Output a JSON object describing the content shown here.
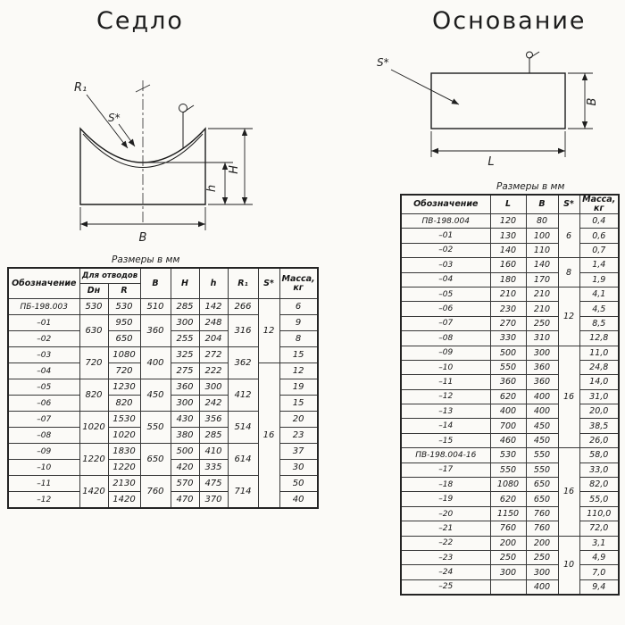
{
  "page": {
    "background": "#fbfaf7",
    "ink": "#1f1f1f"
  },
  "saddle": {
    "title": "Седло",
    "drawing": {
      "r1_label": "R₁",
      "s_label": "S*",
      "h_label": "h",
      "H_label": "H",
      "b_label": "B"
    },
    "table": {
      "caption": "Размеры в мм",
      "headers": {
        "designation": "Обозначение",
        "group": "Для отводов",
        "dn": "Dн",
        "r": "R",
        "b": "B",
        "H": "H",
        "h": "h",
        "r1": "R₁",
        "s": "S*",
        "mass": "Масса, кг"
      },
      "rows": [
        [
          "ПБ-198.003",
          "530",
          "530",
          "510",
          "285",
          "142",
          "266",
          {
            "v": "12",
            "span": 4
          },
          "6"
        ],
        [
          "–01",
          {
            "v": "630",
            "span": 2
          },
          "950",
          {
            "v": "360",
            "span": 2
          },
          "300",
          "248",
          {
            "v": "316",
            "span": 2
          },
          null,
          "9"
        ],
        [
          "–02",
          null,
          "650",
          null,
          "255",
          "204",
          null,
          null,
          "8"
        ],
        [
          "–03",
          {
            "v": "720",
            "span": 2
          },
          "1080",
          {
            "v": "400",
            "span": 2
          },
          "325",
          "272",
          {
            "v": "362",
            "span": 2
          },
          null,
          "15"
        ],
        [
          "–04",
          null,
          "720",
          null,
          "275",
          "222",
          null,
          {
            "v": "16",
            "span": 9
          },
          "12"
        ],
        [
          "–05",
          {
            "v": "820",
            "span": 2
          },
          "1230",
          {
            "v": "450",
            "span": 2
          },
          "360",
          "300",
          {
            "v": "412",
            "span": 2
          },
          null,
          "19"
        ],
        [
          "–06",
          null,
          "820",
          null,
          "300",
          "242",
          null,
          null,
          "15"
        ],
        [
          "–07",
          {
            "v": "1020",
            "span": 2
          },
          "1530",
          {
            "v": "550",
            "span": 2
          },
          "430",
          "356",
          {
            "v": "514",
            "span": 2
          },
          null,
          "20"
        ],
        [
          "–08",
          null,
          "1020",
          null,
          "380",
          "285",
          null,
          null,
          "23"
        ],
        [
          "–09",
          {
            "v": "1220",
            "span": 2
          },
          "1830",
          {
            "v": "650",
            "span": 2
          },
          "500",
          "410",
          {
            "v": "614",
            "span": 2
          },
          null,
          "37"
        ],
        [
          "–10",
          null,
          "1220",
          null,
          "420",
          "335",
          null,
          null,
          "30"
        ],
        [
          "–11",
          {
            "v": "1420",
            "span": 2
          },
          "2130",
          {
            "v": "760",
            "span": 2
          },
          "570",
          "475",
          {
            "v": "714",
            "span": 2
          },
          null,
          "50"
        ],
        [
          "–12",
          null,
          "1420",
          null,
          "470",
          "370",
          null,
          null,
          "40"
        ]
      ]
    }
  },
  "base": {
    "title": "Основание",
    "drawing": {
      "s_label": "S*",
      "b_label": "B",
      "l_label": "L"
    },
    "table": {
      "caption": "Размеры в мм",
      "headers": {
        "designation": "Обозначение",
        "l": "L",
        "b": "B",
        "s": "S*",
        "mass": "Масса, кг"
      },
      "rows": [
        [
          "ПВ-198.004",
          "120",
          "80",
          {
            "v": "6",
            "span": 3
          },
          "0,4"
        ],
        [
          "–01",
          "130",
          "100",
          null,
          "0,6"
        ],
        [
          "–02",
          "140",
          "110",
          null,
          "0,7"
        ],
        [
          "–03",
          "160",
          "140",
          {
            "v": "8",
            "span": 2
          },
          "1,4"
        ],
        [
          "–04",
          "180",
          "170",
          null,
          "1,9"
        ],
        [
          "–05",
          "210",
          "210",
          {
            "v": "12",
            "span": 4
          },
          "4,1"
        ],
        [
          "–06",
          "230",
          "210",
          null,
          "4,5"
        ],
        [
          "–07",
          "270",
          "250",
          null,
          "8,5"
        ],
        [
          "–08",
          "330",
          "310",
          null,
          "12,8"
        ],
        [
          "–09",
          "500",
          "300",
          {
            "v": "16",
            "span": 7
          },
          "11,0"
        ],
        [
          "–10",
          "550",
          "360",
          null,
          "24,8"
        ],
        [
          "–11",
          "360",
          "360",
          null,
          "14,0"
        ],
        [
          "–12",
          "620",
          "400",
          null,
          "31,0"
        ],
        [
          "–13",
          "400",
          "400",
          null,
          "20,0"
        ],
        [
          "–14",
          "700",
          "450",
          null,
          "38,5"
        ],
        [
          "–15",
          "460",
          "450",
          null,
          "26,0"
        ],
        [
          "ПВ-198.004-16",
          "530",
          "550",
          {
            "v": "16",
            "span": 6
          },
          "58,0"
        ],
        [
          "–17",
          "550",
          "550",
          null,
          "33,0"
        ],
        [
          "–18",
          "1080",
          "650",
          null,
          "82,0"
        ],
        [
          "–19",
          "620",
          "650",
          null,
          "55,0"
        ],
        [
          "–20",
          "1150",
          "760",
          null,
          "110,0"
        ],
        [
          "–21",
          "760",
          "760",
          null,
          "72,0"
        ],
        [
          "–22",
          "200",
          "200",
          {
            "v": "10",
            "span": 4
          },
          "3,1"
        ],
        [
          "–23",
          "250",
          "250",
          null,
          "4,9"
        ],
        [
          "–24",
          "300",
          "300",
          null,
          "7,0"
        ],
        [
          "–25",
          "",
          "400",
          null,
          "9,4"
        ]
      ]
    }
  }
}
